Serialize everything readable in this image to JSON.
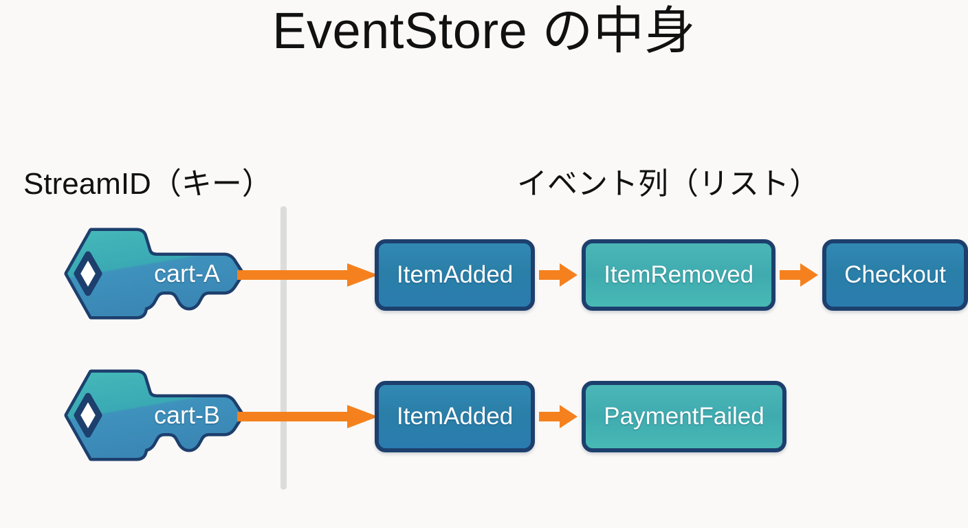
{
  "slide": {
    "title": "EventStore の中身",
    "background_color": "#faf9f7",
    "accent_color": "#f5811e",
    "columns": {
      "left_heading": "StreamID（キー）",
      "right_heading": "イベント列（リスト）"
    },
    "divider_color": "#dcdcdc"
  },
  "streams": [
    {
      "stream_id": "cart-A",
      "key_icon": "key-icon",
      "events": [
        {
          "name": "ItemAdded",
          "fill": "#2a7fa8",
          "style": "blue"
        },
        {
          "name": "ItemRemoved",
          "fill": "#3fabaf",
          "style": "teal"
        },
        {
          "name": "Checkout",
          "fill": "#2a7fa8",
          "style": "blue"
        }
      ]
    },
    {
      "stream_id": "cart-B",
      "key_icon": "key-icon",
      "events": [
        {
          "name": "ItemAdded",
          "fill": "#2a7fa8",
          "style": "blue"
        },
        {
          "name": "PaymentFailed",
          "fill": "#3fabaf",
          "style": "teal"
        }
      ]
    }
  ]
}
